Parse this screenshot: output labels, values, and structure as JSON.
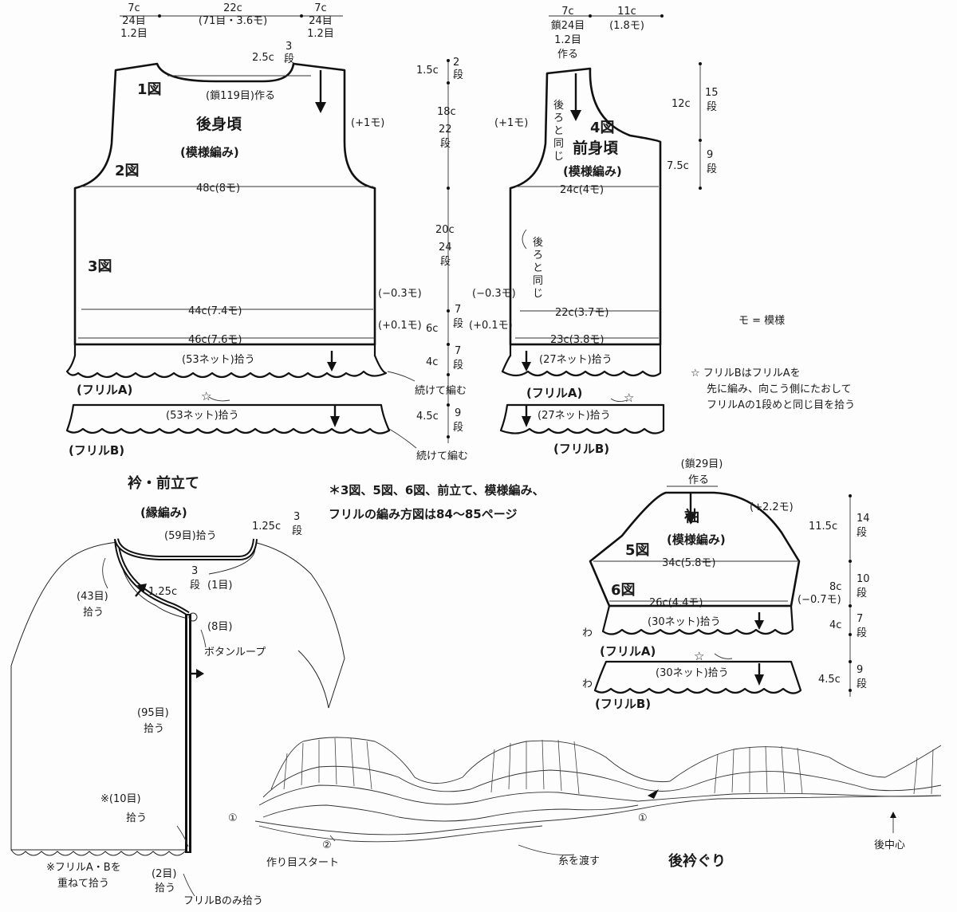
{
  "back_body": {
    "top_left": [
      "7c",
      "24目",
      "1.2目"
    ],
    "top_mid": [
      "22c",
      "(71目・3.6モ)"
    ],
    "top_right": [
      "7c",
      "24目",
      "1.2目"
    ],
    "neck_depth": "2.5c",
    "neck_rows": [
      "3",
      "段"
    ],
    "fig1": "1図",
    "chain_note": "(鎖119目)作る",
    "title": "後身頃",
    "pattern": "(模様編み)",
    "inc_note": "(+1モ)",
    "fig2": "2図",
    "width_48": "48c(8モ)",
    "fig3": "3図",
    "adjust_a": "(−0.3モ)",
    "width_44": "44c(7.4モ)",
    "adjust_b": "(+0.1モ)",
    "width_46": "46c(7.6モ)",
    "pickup_53a": "(53ネット)拾う",
    "frill_a": "(フリルA)",
    "pickup_53b": "(53ネット)拾う",
    "frill_b": "(フリルB)"
  },
  "center_measure": {
    "m1": "1.5c",
    "r1": [
      "2",
      "段"
    ],
    "m2": "18c",
    "r2": [
      "22",
      "段"
    ],
    "m3": "20c",
    "r3": [
      "24",
      "段"
    ],
    "m4": "6c",
    "r4": [
      "7",
      "段"
    ],
    "m5": "4c",
    "r5": [
      "7",
      "段"
    ],
    "m6": "4.5c",
    "r6": [
      "9",
      "段"
    ],
    "continue_1": "続けて編む",
    "continue_2": "続けて編む"
  },
  "front_body": {
    "top_left": [
      "7c",
      "鎖24目",
      "1.2目",
      "作る"
    ],
    "top_right": [
      "11c",
      "(1.8モ)"
    ],
    "same_as_back_1": [
      "後",
      "ろ",
      "と",
      "同",
      "じ"
    ],
    "inc_note": "(+1モ)",
    "fig4": "4図",
    "title": "前身頃",
    "pattern": "(模様編み)",
    "width_24": "24c(4モ)",
    "same_as_back_2": [
      "後",
      "ろ",
      "と",
      "同",
      "じ"
    ],
    "adjust_a": "(−0.3モ)",
    "width_22": "22c(3.7モ)",
    "adjust_b": "(+0.1モ)",
    "width_23": "23c(3.8モ)",
    "pickup_27a": "(27ネット)拾う",
    "frill_a": "(フリルA)",
    "pickup_27b": "(27ネット)拾う",
    "frill_b": "(フリルB)",
    "right_m1": "12c",
    "right_r1": [
      "15",
      "段"
    ],
    "right_m2": "7.5c",
    "right_r2": [
      "9",
      "段"
    ]
  },
  "legend": {
    "mo": "モ = 模様",
    "star_note": [
      "☆ フリルBはフリルAを",
      "先に編み、向こう側にたおして",
      "フリルAの1段めと同じ目を拾う"
    ]
  },
  "collar": {
    "title": "衿・前立て",
    "sub": "(縁編み)",
    "pickup_59": "(59目)拾う",
    "m_right": "1.25c",
    "r_right": [
      "3",
      "段"
    ],
    "pickup_43": [
      "(43目)",
      "拾う"
    ],
    "m_inner": "1.25c",
    "r_inner": [
      "3",
      "段"
    ],
    "one": "(1目)",
    "eight": "(8目)",
    "button_loop": "ボタンループ",
    "pickup_95": [
      "(95目)",
      "拾う"
    ],
    "pickup_10": [
      "※(10目)",
      "拾う"
    ],
    "note_frill": [
      "※フリルA・Bを",
      "重ねて拾う"
    ],
    "pickup_2": [
      "(2目)",
      "拾う"
    ],
    "frill_b_only": "フリルBのみ拾う"
  },
  "note": [
    "＊3図、5図、6図、前立て、模様編み、",
    "フリルの編み方図は84〜85ページ"
  ],
  "sleeve": {
    "chain": [
      "(鎖29目)",
      "作る"
    ],
    "inc": "(+2.2モ)",
    "title": "袖",
    "pattern": "(模様編み)",
    "fig5": "5図",
    "width_34": "34c(5.8モ)",
    "fig6": "6図",
    "width_26": "26c(4.4モ)",
    "dec": "(−0.7モ)",
    "pickup_30a": "(30ネット)拾う",
    "wa_1": "わ",
    "frill_a": "(フリルA)",
    "pickup_30b": "(30ネット)拾う",
    "wa_2": "わ",
    "frill_b": "(フリルB)",
    "m1": "11.5c",
    "r1": [
      "14",
      "段"
    ],
    "m2": "8c",
    "r2": [
      "10",
      "段"
    ],
    "m3": "4c",
    "r3": [
      "7",
      "段"
    ],
    "m4": "4.5c",
    "r4": [
      "9",
      "段"
    ]
  },
  "stitch_chart": {
    "c1": "①",
    "c2": "②",
    "c1b": "①",
    "start": "作り目スタート",
    "pass_yarn": "糸を渡す",
    "back_neck": "後衿ぐり",
    "back_center": "後中心"
  },
  "star": "☆"
}
